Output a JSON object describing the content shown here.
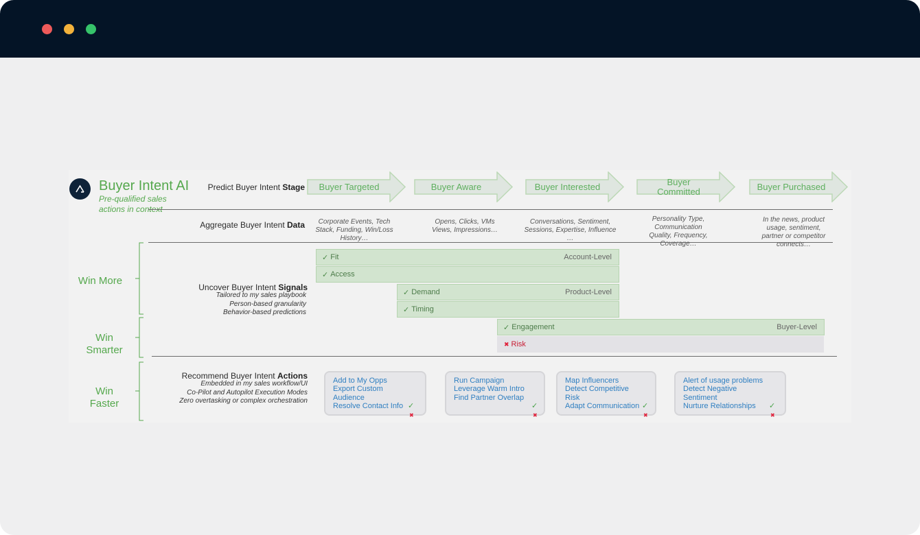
{
  "window": {
    "controls": [
      "close",
      "minimize",
      "maximize"
    ],
    "colors": {
      "close": "#ee5a5a",
      "minimize": "#f3b23b",
      "maximize": "#36c36a",
      "titlebar": "#041426"
    }
  },
  "brand": {
    "title": "Buyer Intent AI",
    "subtitle": "Pre-qualified  sales actions in context",
    "logo_icon": "chevron-logo-icon",
    "accent": "#55a84d"
  },
  "rows": {
    "stage": {
      "prefix": "Predict Buyer Intent ",
      "bold": "Stage"
    },
    "data": {
      "prefix": "Aggregate Buyer Intent ",
      "bold": "Data"
    },
    "signals": {
      "prefix": "Uncover Buyer Intent ",
      "bold": "Signals",
      "notes": [
        "Tailored to my sales playbook",
        "Person-based granularity",
        "Behavior-based predictions"
      ]
    },
    "actions": {
      "prefix": "Recommend Buyer Intent ",
      "bold": "Actions",
      "notes": [
        "Embedded in my sales workflow/UI",
        "Co-Pilot and Autopilot Execution Modes",
        "Zero overtasking or complex orchestration"
      ]
    }
  },
  "stages": [
    {
      "label": "Buyer Targeted"
    },
    {
      "label": "Buyer Aware"
    },
    {
      "label": "Buyer Interested"
    },
    {
      "label": "Buyer Committed"
    },
    {
      "label": "Buyer Purchased"
    }
  ],
  "data_sources": [
    "Corporate Events, Tech Stack, Funding, Win/Loss History…",
    "Opens, Clicks, VMs Views, Impressions…",
    "Conversations, Sentiment, Sessions, Expertise, Influence …",
    "Personality Type, Communication Quality, Frequency, Coverage…",
    "In the news, product usage, sentiment, partner or competitor connects…"
  ],
  "signals": {
    "fit": {
      "label": "Fit",
      "level": "Account-Level"
    },
    "access": {
      "label": "Access"
    },
    "demand": {
      "label": "Demand",
      "level": "Product-Level"
    },
    "timing": {
      "label": "Timing"
    },
    "engagement": {
      "label": "Engagement",
      "level": "Buyer-Level"
    },
    "risk": {
      "label": "Risk"
    }
  },
  "check_mark": "✓",
  "cross_mark": "✖",
  "win_groups": [
    {
      "label": "Win More"
    },
    {
      "label": "Win Smarter"
    },
    {
      "label": "Win Faster"
    }
  ],
  "action_cards": [
    {
      "items": [
        "Add to My Opps",
        "Export Custom Audience",
        "Resolve Contact Info"
      ]
    },
    {
      "items": [
        "Run Campaign",
        "Leverage Warm Intro",
        "Find Partner Overlap"
      ]
    },
    {
      "items": [
        "Map Influencers",
        "Detect Competitive Risk",
        "Adapt Communication"
      ]
    },
    {
      "items": [
        "Alert of usage problems",
        "Detect Negative Sentiment",
        "Nurture Relationships"
      ]
    }
  ],
  "colors": {
    "bar_fill": "#d2e4cf",
    "bar_border": "#b6d4b0",
    "link_blue": "#2f7fc1",
    "risk_red": "#c81c33"
  }
}
